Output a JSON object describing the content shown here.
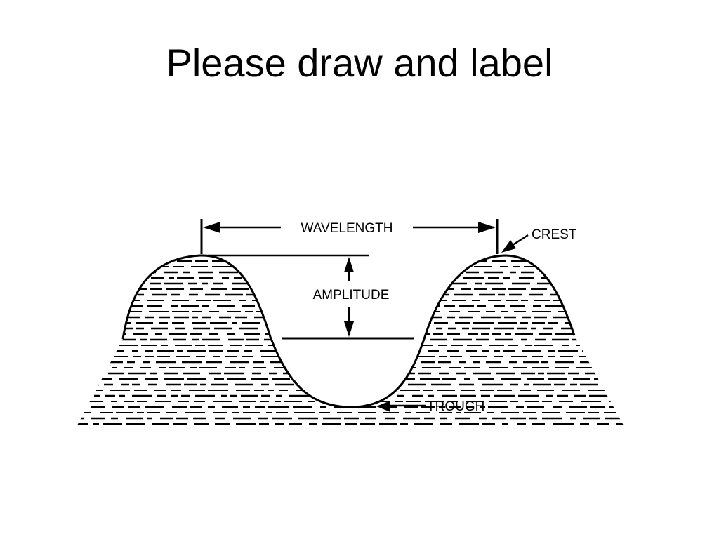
{
  "slide": {
    "title": "Please draw and label"
  },
  "diagram": {
    "labels": {
      "wavelength": "WAVELENGTH",
      "crest": "CREST",
      "amplitude": "AMPLITUDE",
      "trough": "TROUGH"
    },
    "colors": {
      "ink": "#000000",
      "background": "#ffffff"
    }
  }
}
